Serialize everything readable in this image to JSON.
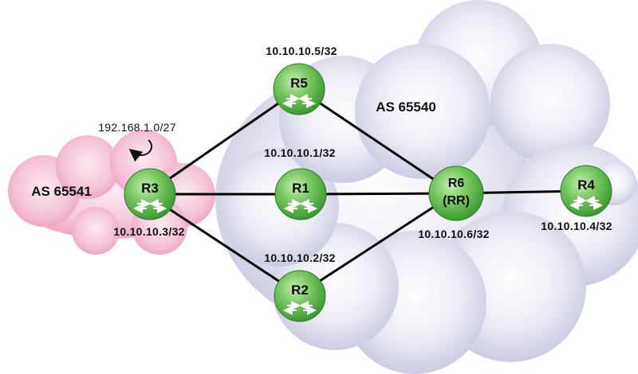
{
  "clouds": {
    "as_65540": {
      "label": "AS 65540",
      "color": "#cfd0e6"
    },
    "as_65541": {
      "label": "AS 65541",
      "color": "#f1b6cf"
    }
  },
  "routers": [
    {
      "id": "r1",
      "name": "R1",
      "ip": "10.10.10.1/32"
    },
    {
      "id": "r2",
      "name": "R2",
      "ip": "10.10.10.2/32"
    },
    {
      "id": "r3",
      "name": "R3",
      "ip": "10.10.10.3/32"
    },
    {
      "id": "r4",
      "name": "R4",
      "ip": "10.10.10.4/32"
    },
    {
      "id": "r5",
      "name": "R5",
      "ip": "10.10.10.5/32"
    },
    {
      "id": "r6",
      "name": "R6",
      "role": "(RR)",
      "ip": "10.10.10.6/32"
    }
  ],
  "links": [
    [
      "r3",
      "r5"
    ],
    [
      "r3",
      "r1"
    ],
    [
      "r3",
      "r2"
    ],
    [
      "r5",
      "r6"
    ],
    [
      "r1",
      "r6"
    ],
    [
      "r2",
      "r6"
    ],
    [
      "r6",
      "r4"
    ]
  ],
  "network": {
    "prefix": "192.168.1.0/27",
    "attached_to": "r3"
  },
  "colors": {
    "router_fill": "#58b64a",
    "router_highlight": "#b9e6a4",
    "link": "#000000"
  }
}
